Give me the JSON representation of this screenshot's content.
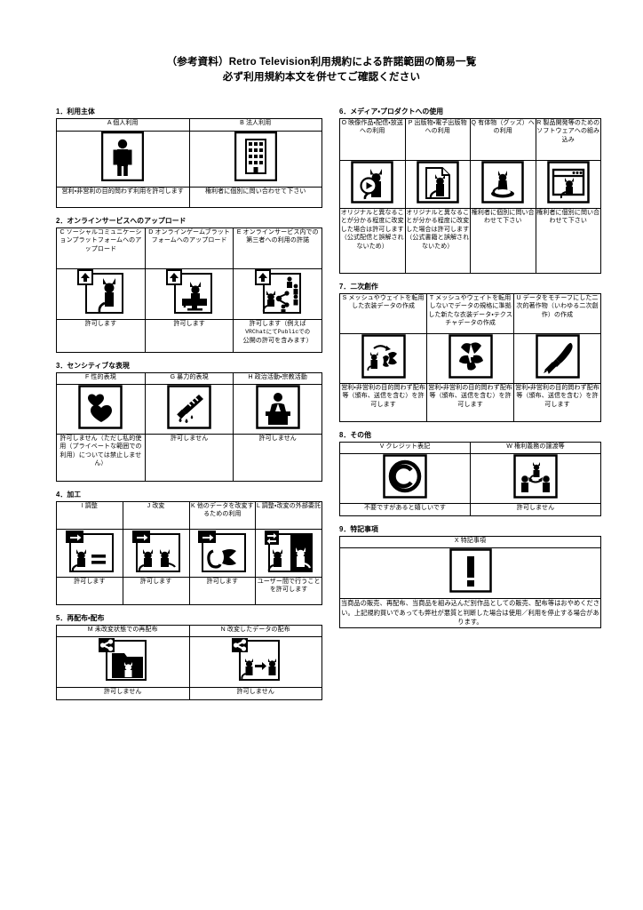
{
  "title": {
    "line1": "（参考資料）Retro Television利用規約による許諾範囲の簡易一覧",
    "line2": "必ず利用規約本文を併せてご確認ください"
  },
  "sections": [
    {
      "id": "s1",
      "heading": "1．利用主体",
      "columns": 2,
      "items": [
        {
          "code": "A",
          "label": "A 個人利用",
          "icon": "person-icon",
          "desc": "営利・非営利の目的問わず利用を許可します"
        },
        {
          "code": "B",
          "label": "B 法人利用",
          "icon": "building-icon",
          "desc": "権利者に個別に問い合わせて下さい"
        }
      ]
    },
    {
      "id": "s2",
      "heading": "2．オンラインサービスへのアップロード",
      "columns": 3,
      "items": [
        {
          "code": "C",
          "label": "C ソーシャルコミュニケーションプラットフォームへのアップロード",
          "icon": "upload-cat-person-icon",
          "desc": "許可します"
        },
        {
          "code": "D",
          "label": "D オンラインゲームブラットフォームへのアップロード",
          "icon": "upload-cat-monitor-icon",
          "desc": "許可します"
        },
        {
          "code": "E",
          "label": "E オンラインサービス内での第三者への利用の許諾",
          "icon": "upload-cat-share-icon",
          "desc_pre": "許可します（例えば",
          "desc_mono": "VRChatにてPublicでの",
          "desc_post": "公開の許可を含みます）"
        }
      ]
    },
    {
      "id": "s3",
      "heading": "3．センシティブな表現",
      "columns": 3,
      "items": [
        {
          "code": "F",
          "label": "F 性的表現",
          "icon": "hearts-icon",
          "desc": "許可しません（ただし私的使用（プライベートな範囲での利用）については禁止しません）"
        },
        {
          "code": "G",
          "label": "G 暴力的表現",
          "icon": "knife-blood-icon",
          "desc": "許可しません"
        },
        {
          "code": "H",
          "label": "H 政治活動・宗教活動",
          "icon": "podium-speaker-icon",
          "desc": "許可しません"
        }
      ]
    },
    {
      "id": "s4",
      "heading": "4．加工",
      "columns": 4,
      "items": [
        {
          "code": "I",
          "label": "I 調整",
          "icon": "arrow-cat-equals-icon",
          "desc": "許可します"
        },
        {
          "code": "J",
          "label": "J 改変",
          "icon": "arrow-cat-cat-icon",
          "desc": "許可します"
        },
        {
          "code": "K",
          "label": "K 他のデータを改変するための利用",
          "icon": "arrow-cat-other-icon",
          "desc": "許可します"
        },
        {
          "code": "L",
          "label": "L 調整・改変の外部委託",
          "icon": "exchange-two-cats-icon",
          "desc": "ユーザー間で行うことを許可します"
        }
      ]
    },
    {
      "id": "s5",
      "heading": "5．再配布・配布",
      "columns": 2,
      "items": [
        {
          "code": "M",
          "label": "M 未改変状態での再配布",
          "icon": "share-folder-cat-icon",
          "desc": "許可しません"
        },
        {
          "code": "N",
          "label": "N 改変したデータの配布",
          "icon": "share-modified-cat-icon",
          "desc": "許可しません"
        }
      ]
    },
    {
      "id": "s6",
      "heading": "6．メディア・プロダクトへの使用",
      "columns": 4,
      "items": [
        {
          "code": "O",
          "label": "O 映像作品・配信・放送への利用",
          "icon": "cat-play-button-icon",
          "desc": "オリジナルと異なることが分かる程度に改変した場合は許可します（公式配信と誤解されないため）"
        },
        {
          "code": "P",
          "label": "P 出版物・電子出版物への利用",
          "icon": "cat-document-icon",
          "desc": "オリジナルと異なることが分かる程度に改変した場合は許可します（公式書籍と誤解されないため）"
        },
        {
          "code": "Q",
          "label": "Q 有体物（グッズ）への利用",
          "icon": "cat-figure-stand-icon",
          "desc": "権利者に個別に問い合わせて下さい"
        },
        {
          "code": "R",
          "label": "R 製品開発等のためのソフトウェアへの組み込み",
          "icon": "cat-software-window-icon",
          "desc": "権利者に個別に問い合わせて下さい"
        }
      ]
    },
    {
      "id": "s7",
      "heading": "7．二次創作",
      "columns": 3,
      "items": [
        {
          "code": "S",
          "label": "S メッシュやウェイトを転用した衣装データの作成",
          "icon": "cat-to-cloth-icon",
          "desc": "営利・非営利の目的問わず配布等（頒布、送信を含む）を許可します"
        },
        {
          "code": "T",
          "label": "T メッシュやウェイトを転用しないでデータの規格に準拠した新たな衣装データ・テクスチャデータの作成",
          "icon": "cloth-icon",
          "desc": "営利・非営利の目的問わず配布等（頒布、送信を含む）を許可します"
        },
        {
          "code": "U",
          "label": "U データをモチーフにした二次的著作物（いわゆる二次創作）の作成",
          "icon": "paintbrush-icon",
          "desc": "営利・非営利の目的問わず配布等（頒布、送信を含む）を許可します"
        }
      ]
    },
    {
      "id": "s8",
      "heading": "8．その他",
      "columns": 2,
      "items": [
        {
          "code": "V",
          "label": "V クレジット表記",
          "icon": "copyright-icon",
          "desc": "不要ですがあると嬉しいです"
        },
        {
          "code": "W",
          "label": "W 権利義務の譲渡等",
          "icon": "transfer-persons-icon",
          "desc": "許可しません"
        }
      ]
    },
    {
      "id": "s9",
      "heading": "9．特記事項",
      "columns": 1,
      "items": [
        {
          "code": "X",
          "label": "X 特記事項",
          "icon": "exclamation-icon",
          "desc": "当商品の販売、再配布、当商品を組み込んだ別作品としての販売、配布等はおやめください。上記規約買いであっても弊社が悪質と判断した場合は使用／利用を停止する場合があります。"
        }
      ]
    }
  ],
  "colors": {
    "ink": "#000000",
    "paper": "#ffffff"
  }
}
